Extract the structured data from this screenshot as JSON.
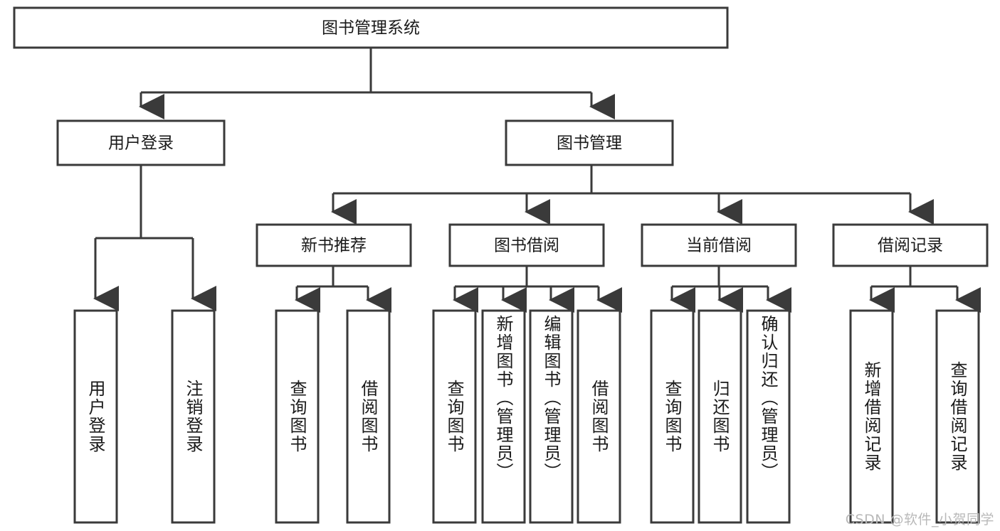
{
  "diagram": {
    "type": "tree-hierarchy",
    "title": "图书管理系统",
    "watermark": "CSDN @软件_小贺同学",
    "colors": {
      "box_stroke": "#3a3a3a",
      "box_fill": "#ffffff",
      "connector": "#3a3a3a",
      "text": "#1a1a1a",
      "watermark": "#b9b9b9",
      "background": "#ffffff"
    },
    "root": {
      "id": "root",
      "label": "图书管理系统",
      "orientation": "horizontal"
    },
    "level2": [
      {
        "id": "user-login",
        "label": "用户登录",
        "orientation": "horizontal"
      },
      {
        "id": "book-management",
        "label": "图书管理",
        "orientation": "horizontal"
      }
    ],
    "level3": [
      {
        "id": "new-book-recommend",
        "label": "新书推荐",
        "parent": "book-management",
        "orientation": "horizontal"
      },
      {
        "id": "book-borrow",
        "label": "图书借阅",
        "parent": "book-management",
        "orientation": "horizontal"
      },
      {
        "id": "current-borrow",
        "label": "当前借阅",
        "parent": "book-management",
        "orientation": "horizontal"
      },
      {
        "id": "borrow-record",
        "label": "借阅记录",
        "parent": "book-management",
        "orientation": "horizontal"
      }
    ],
    "leaves": [
      {
        "id": "leaf-user-login",
        "label": "用户登录",
        "parent": "user-login",
        "orientation": "vertical"
      },
      {
        "id": "leaf-user-logout",
        "label": "注销登录",
        "parent": "user-login",
        "orientation": "vertical"
      },
      {
        "id": "leaf-query-book-1",
        "label": "查询图书",
        "parent": "new-book-recommend",
        "orientation": "vertical"
      },
      {
        "id": "leaf-borrow-book-1",
        "label": "借阅图书",
        "parent": "new-book-recommend",
        "orientation": "vertical"
      },
      {
        "id": "leaf-query-book-2",
        "label": "查询图书",
        "parent": "book-borrow",
        "orientation": "vertical"
      },
      {
        "id": "leaf-add-book",
        "label": "新增图书（管理员）",
        "parent": "book-borrow",
        "orientation": "vertical"
      },
      {
        "id": "leaf-edit-book",
        "label": "编辑图书（管理员）",
        "parent": "book-borrow",
        "orientation": "vertical"
      },
      {
        "id": "leaf-borrow-book-2",
        "label": "借阅图书",
        "parent": "book-borrow",
        "orientation": "vertical"
      },
      {
        "id": "leaf-query-book-3",
        "label": "查询图书",
        "parent": "current-borrow",
        "orientation": "vertical"
      },
      {
        "id": "leaf-return-book",
        "label": "归还图书",
        "parent": "current-borrow",
        "orientation": "vertical"
      },
      {
        "id": "leaf-confirm-return",
        "label": "确认归还（管理员）",
        "parent": "current-borrow",
        "orientation": "vertical"
      },
      {
        "id": "leaf-add-record",
        "label": "新增借阅记录",
        "parent": "borrow-record",
        "orientation": "vertical"
      },
      {
        "id": "leaf-query-record",
        "label": "查询借阅记录",
        "parent": "borrow-record",
        "orientation": "vertical"
      }
    ]
  }
}
